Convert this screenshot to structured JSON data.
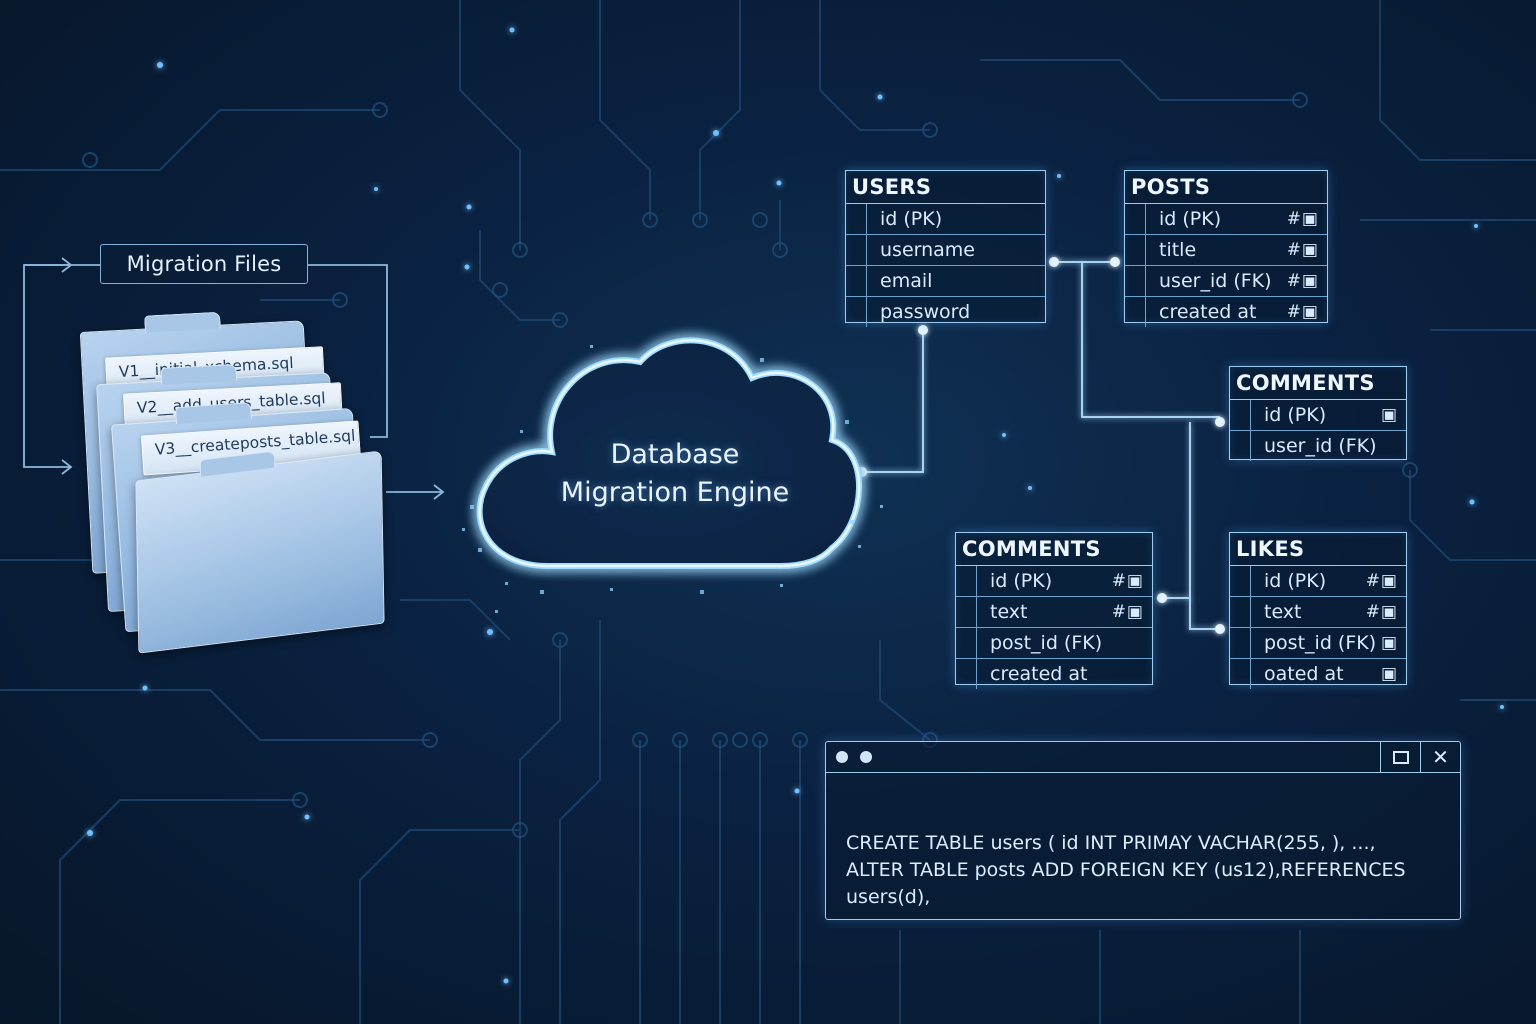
{
  "migration": {
    "label": "Migration Files",
    "files": [
      "V1__initial_xchema.sql",
      "V2__add_users_table.sql",
      "V3__createposts_table.sql"
    ]
  },
  "engine": {
    "line1": "Database",
    "line2": "Migration Engine"
  },
  "tables": {
    "users": {
      "title": "USERS",
      "rows": [
        "id (PK)",
        "username",
        "email",
        "password"
      ]
    },
    "posts": {
      "title": "POSTS",
      "rows": [
        "id (PK)",
        "title",
        "user_id (FK)",
        "created at"
      ],
      "icon": "#▣"
    },
    "comments_small": {
      "title": "COMMENTS",
      "rows": [
        "id (PK)",
        "user_id (FK)"
      ],
      "icon": "▣"
    },
    "comments": {
      "title": "COMMENTS",
      "rows": [
        "id (PK)",
        "text",
        "post_id (FK)",
        "created at"
      ],
      "icon": "#▣"
    },
    "likes": {
      "title": "LIKES",
      "rows": [
        "id (PK)",
        "text",
        "post_id (FK)",
        "oated at"
      ],
      "icon_hash": "#▣",
      "icon_plain": "▣"
    }
  },
  "terminal": {
    "line1": "CREATE TABLE users ( id INT PRIMAY VACHAR(255, ), ...,",
    "line2": "ALTER TABLE posts ADD FOREIGN KEY (us12),REFERENCES",
    "line3": "users(d),",
    "close": "✕"
  },
  "colors": {
    "background": "#0a2140",
    "line": "#4f86b8",
    "glow": "#7fc4ff",
    "table_border": "#9ecbf0"
  },
  "icons": {
    "arrow": "arrow-icon",
    "window_dot": "window-dot-icon",
    "maximize": "maximize-icon",
    "close": "close-icon",
    "hash_table": "hash-table-icon"
  }
}
